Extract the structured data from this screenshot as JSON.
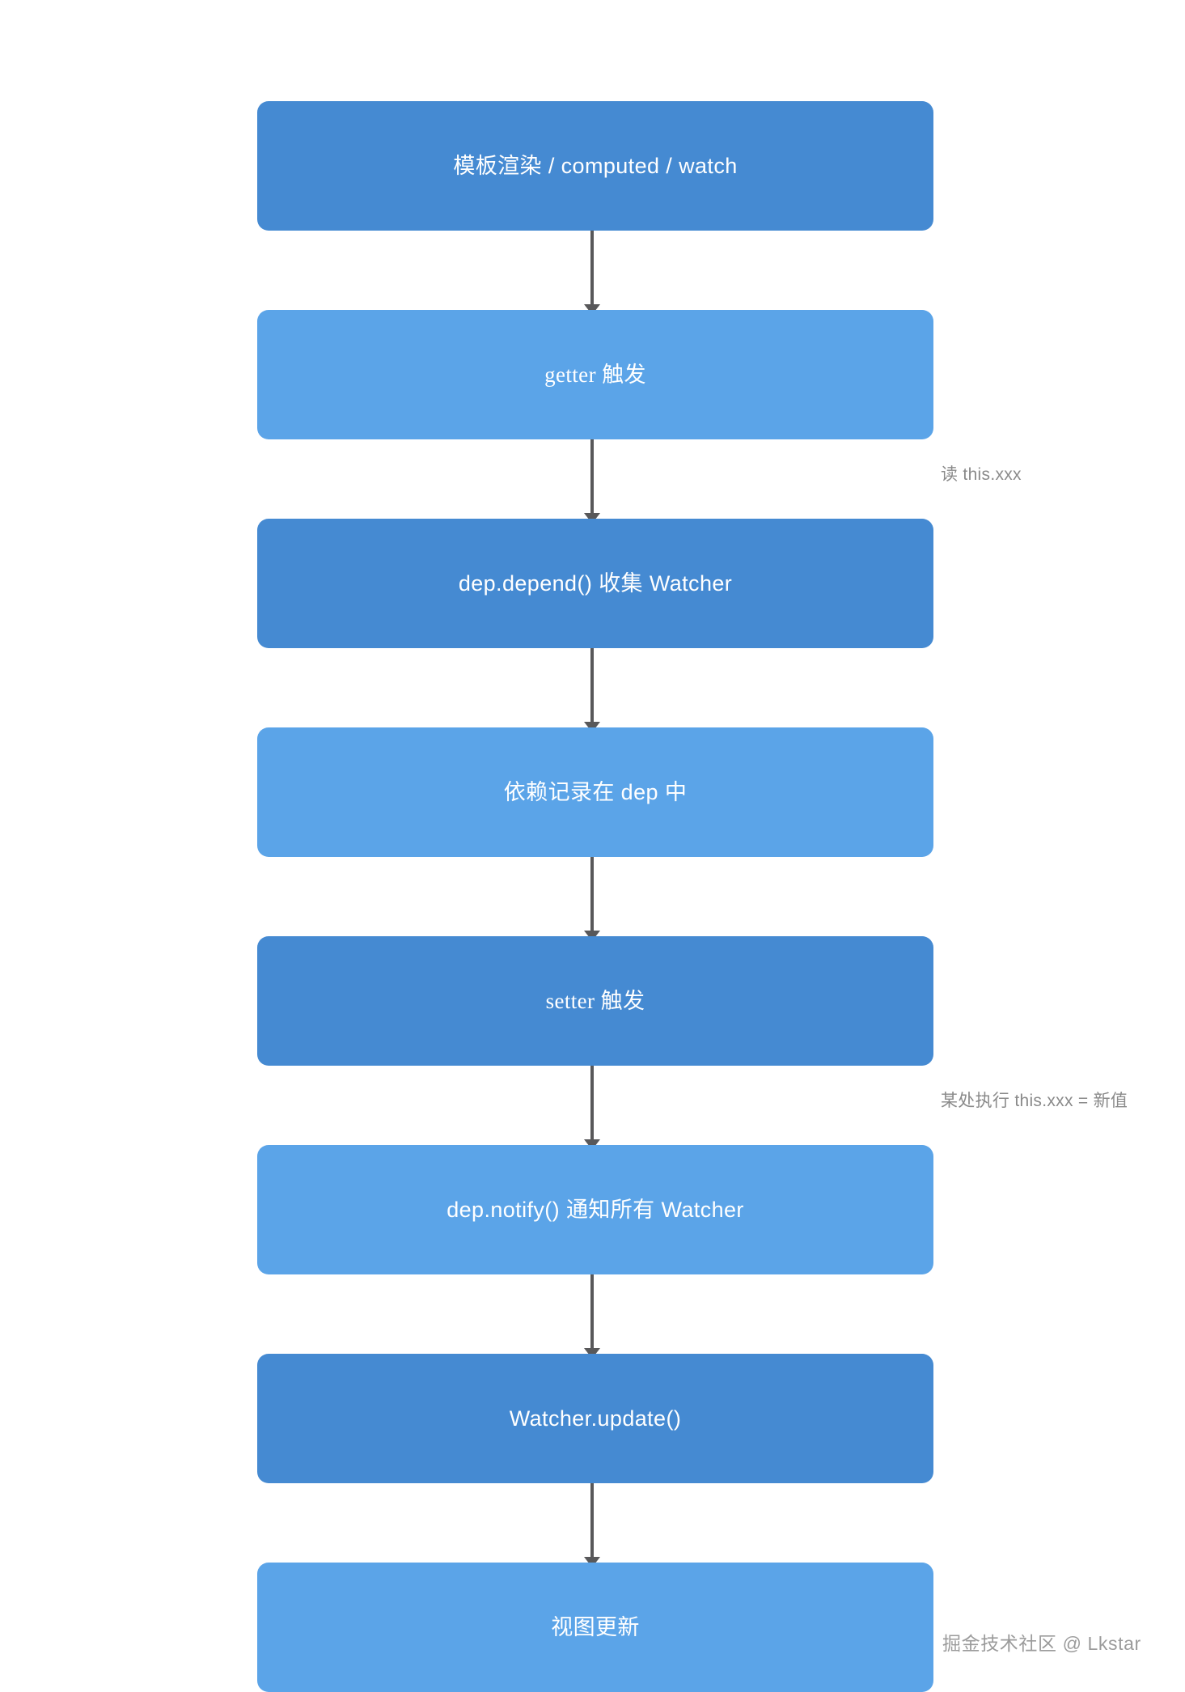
{
  "diagram": {
    "type": "flowchart",
    "orientation": "vertical",
    "colors": {
      "node_dark": "#458ad2",
      "node_light": "#5ba4e8",
      "node_text": "#ffffff",
      "connector": "#58585a",
      "annotation_text": "#8a8a8a",
      "background": "#ffffff"
    },
    "nodes": [
      {
        "id": "n1",
        "label": "模板渲染 / computed / watch",
        "shade": "dark",
        "font": "sans"
      },
      {
        "id": "n2",
        "label": "getter 触发",
        "shade": "light",
        "font": "serif"
      },
      {
        "id": "n3",
        "label": "dep.depend() 收集 Watcher",
        "shade": "dark",
        "font": "sans"
      },
      {
        "id": "n4",
        "label": "依赖记录在 dep 中",
        "shade": "light",
        "font": "sans"
      },
      {
        "id": "n5",
        "label": "setter 触发",
        "shade": "dark",
        "font": "serif"
      },
      {
        "id": "n6",
        "label": "dep.notify() 通知所有 Watcher",
        "shade": "light",
        "font": "sans"
      },
      {
        "id": "n7",
        "label": "Watcher.update()",
        "shade": "dark",
        "font": "sans"
      },
      {
        "id": "n8",
        "label": "视图更新",
        "shade": "light",
        "font": "sans"
      }
    ],
    "edges": [
      {
        "from": "n1",
        "to": "n2"
      },
      {
        "from": "n2",
        "to": "n3"
      },
      {
        "from": "n3",
        "to": "n4"
      },
      {
        "from": "n4",
        "to": "n5"
      },
      {
        "from": "n5",
        "to": "n6"
      },
      {
        "from": "n6",
        "to": "n7"
      },
      {
        "from": "n7",
        "to": "n8"
      }
    ],
    "annotations": [
      {
        "id": "a1",
        "text": "读 this.xxx"
      },
      {
        "id": "a2",
        "text": "某处执行 this.xxx = 新值"
      }
    ],
    "watermark": "掘金技术社区 @ Lkstar"
  }
}
